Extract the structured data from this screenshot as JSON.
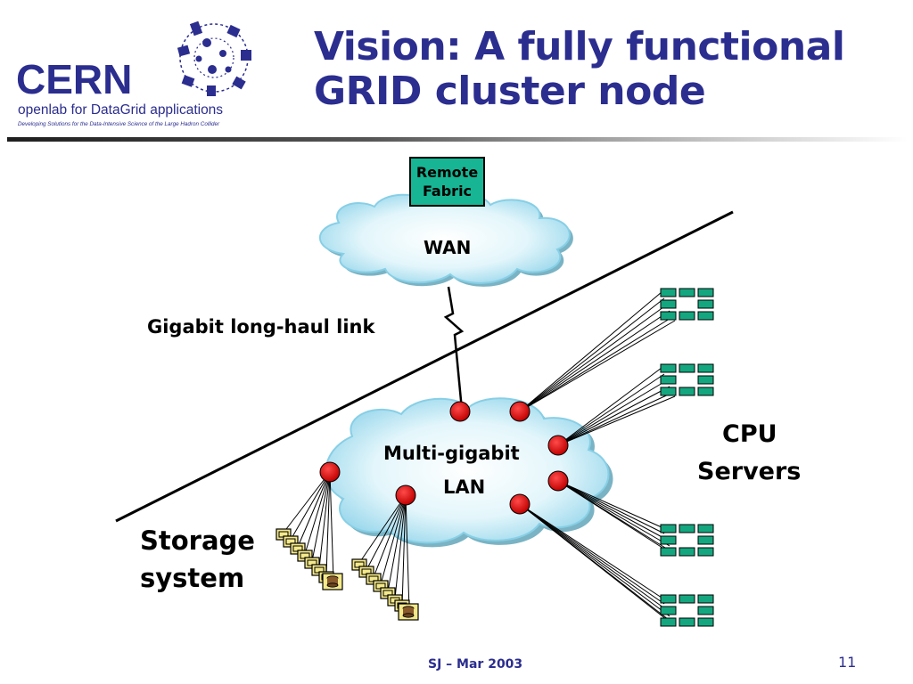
{
  "header": {
    "title_line1": "Vision: A fully functional",
    "title_line2": "GRID cluster node"
  },
  "logo": {
    "wordmark": "CERN",
    "subtitle": "openlab for DataGrid applications",
    "tagline": "Developing Solutions for the Data-Intensive Science of the Large Hadron Collider"
  },
  "diagram": {
    "remote_fabric_line1": "Remote",
    "remote_fabric_line2": "Fabric",
    "wan_label": "WAN",
    "link_label": "Gigabit long-haul link",
    "lan_line1": "Multi-gigabit",
    "lan_line2": "LAN",
    "cpu_line1": "CPU",
    "cpu_line2": "Servers",
    "storage_line1": "Storage",
    "storage_line2": "system"
  },
  "footer": {
    "center": "SJ – Mar 2003",
    "page_number": "11"
  },
  "colors": {
    "title": "#2b2d8f",
    "cloud_fill": "#c7ecf7",
    "node_red": "#d10000",
    "server_green": "#14a77f",
    "storage_yellow": "#f4e98a"
  }
}
